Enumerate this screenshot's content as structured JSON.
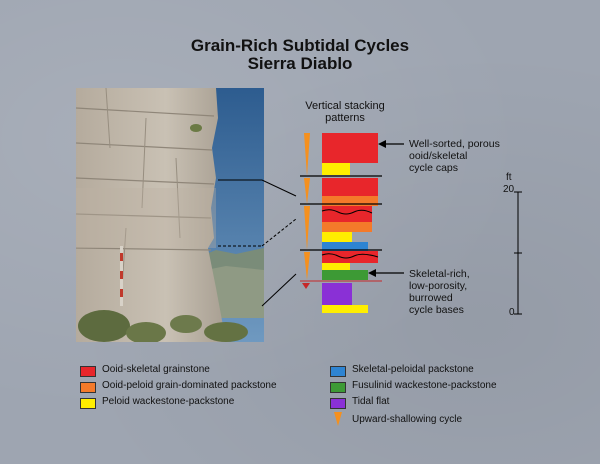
{
  "title": {
    "line1": "Grain-Rich Subtidal Cycles",
    "line2": "Sierra Diablo"
  },
  "column_header": [
    "Vertical stacking",
    "patterns"
  ],
  "annotations": {
    "top": [
      "Well-sorted, porous",
      "ooid/skeletal",
      "cycle caps"
    ],
    "bottom": [
      "Skeletal-rich,",
      "low-porosity,",
      "burrowed",
      "cycle bases"
    ]
  },
  "scale": {
    "unit": "ft",
    "max_label": "20",
    "min_label": "0"
  },
  "colors": {
    "ooid_skeletal_grainstone": "#e8262b",
    "ooid_peloid_packstone": "#f47a2a",
    "peloid_wackestone": "#ffee00",
    "skeletal_peloidal_packstone": "#2e84d2",
    "fusulinid_wackestone": "#3d9a35",
    "tidal_flat": "#8a30d6",
    "cycle_marker": "#f5901e"
  },
  "legend": {
    "left": [
      {
        "label": "Ooid-skeletal grainstone",
        "color": "#e8262b"
      },
      {
        "label": "Ooid-peloid grain-dominated packstone",
        "color": "#f47a2a"
      },
      {
        "label": "Peloid wackestone-packstone",
        "color": "#ffee00"
      }
    ],
    "right": [
      {
        "label": "Skeletal-peloidal packstone",
        "color": "#2e84d2"
      },
      {
        "label": "Fusulinid wackestone-packstone",
        "color": "#3d9a35"
      },
      {
        "label": "Tidal flat",
        "color": "#8a30d6"
      }
    ],
    "cycle": {
      "label": "Upward-shallowing cycle",
      "icon": "orange-triangle"
    }
  }
}
